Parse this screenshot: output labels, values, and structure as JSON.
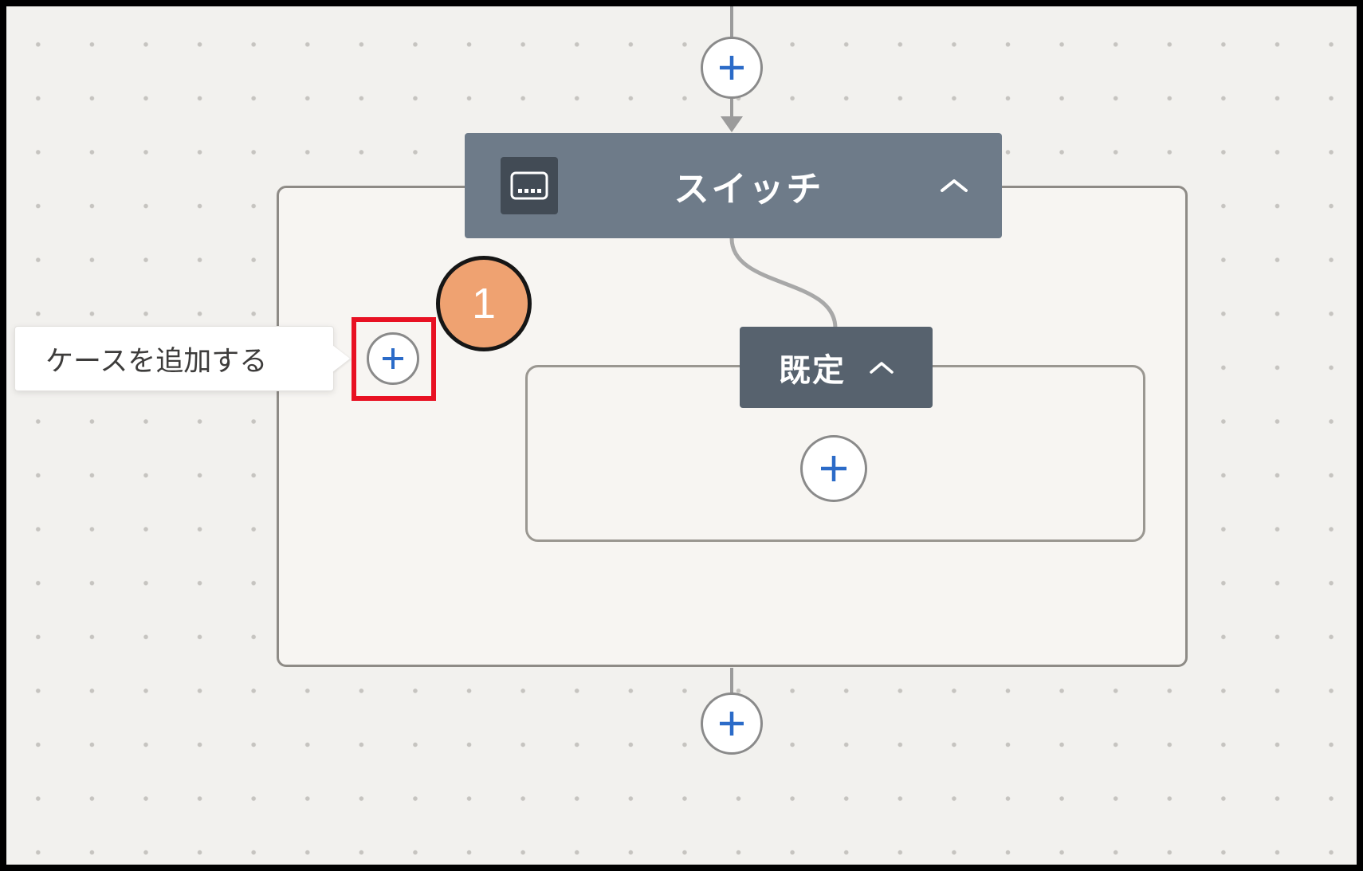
{
  "switch_card": {
    "title": "スイッチ",
    "icon": "switch-input-icon",
    "collapse_icon": "chevron-up"
  },
  "default_case": {
    "title": "既定",
    "collapse_icon": "chevron-up"
  },
  "tooltip": {
    "text": "ケースを追加する"
  },
  "annotation": {
    "number": "1"
  },
  "add_buttons": {
    "top": "insert-new-step",
    "case_body": "add-action",
    "add_case": "add-case",
    "bottom": "insert-new-step"
  },
  "colors": {
    "switch_header_bg": "#6e7b89",
    "switch_icon_bg": "#424b55",
    "case_header_bg": "#57626e",
    "accent_blue": "#2b6bc8",
    "connector_gray": "#9b9b9b",
    "highlight_red": "#e81123",
    "annotation_bg": "#efa271",
    "canvas_bg": "#f2f1ee",
    "scope_bg": "#f7f5f2"
  }
}
